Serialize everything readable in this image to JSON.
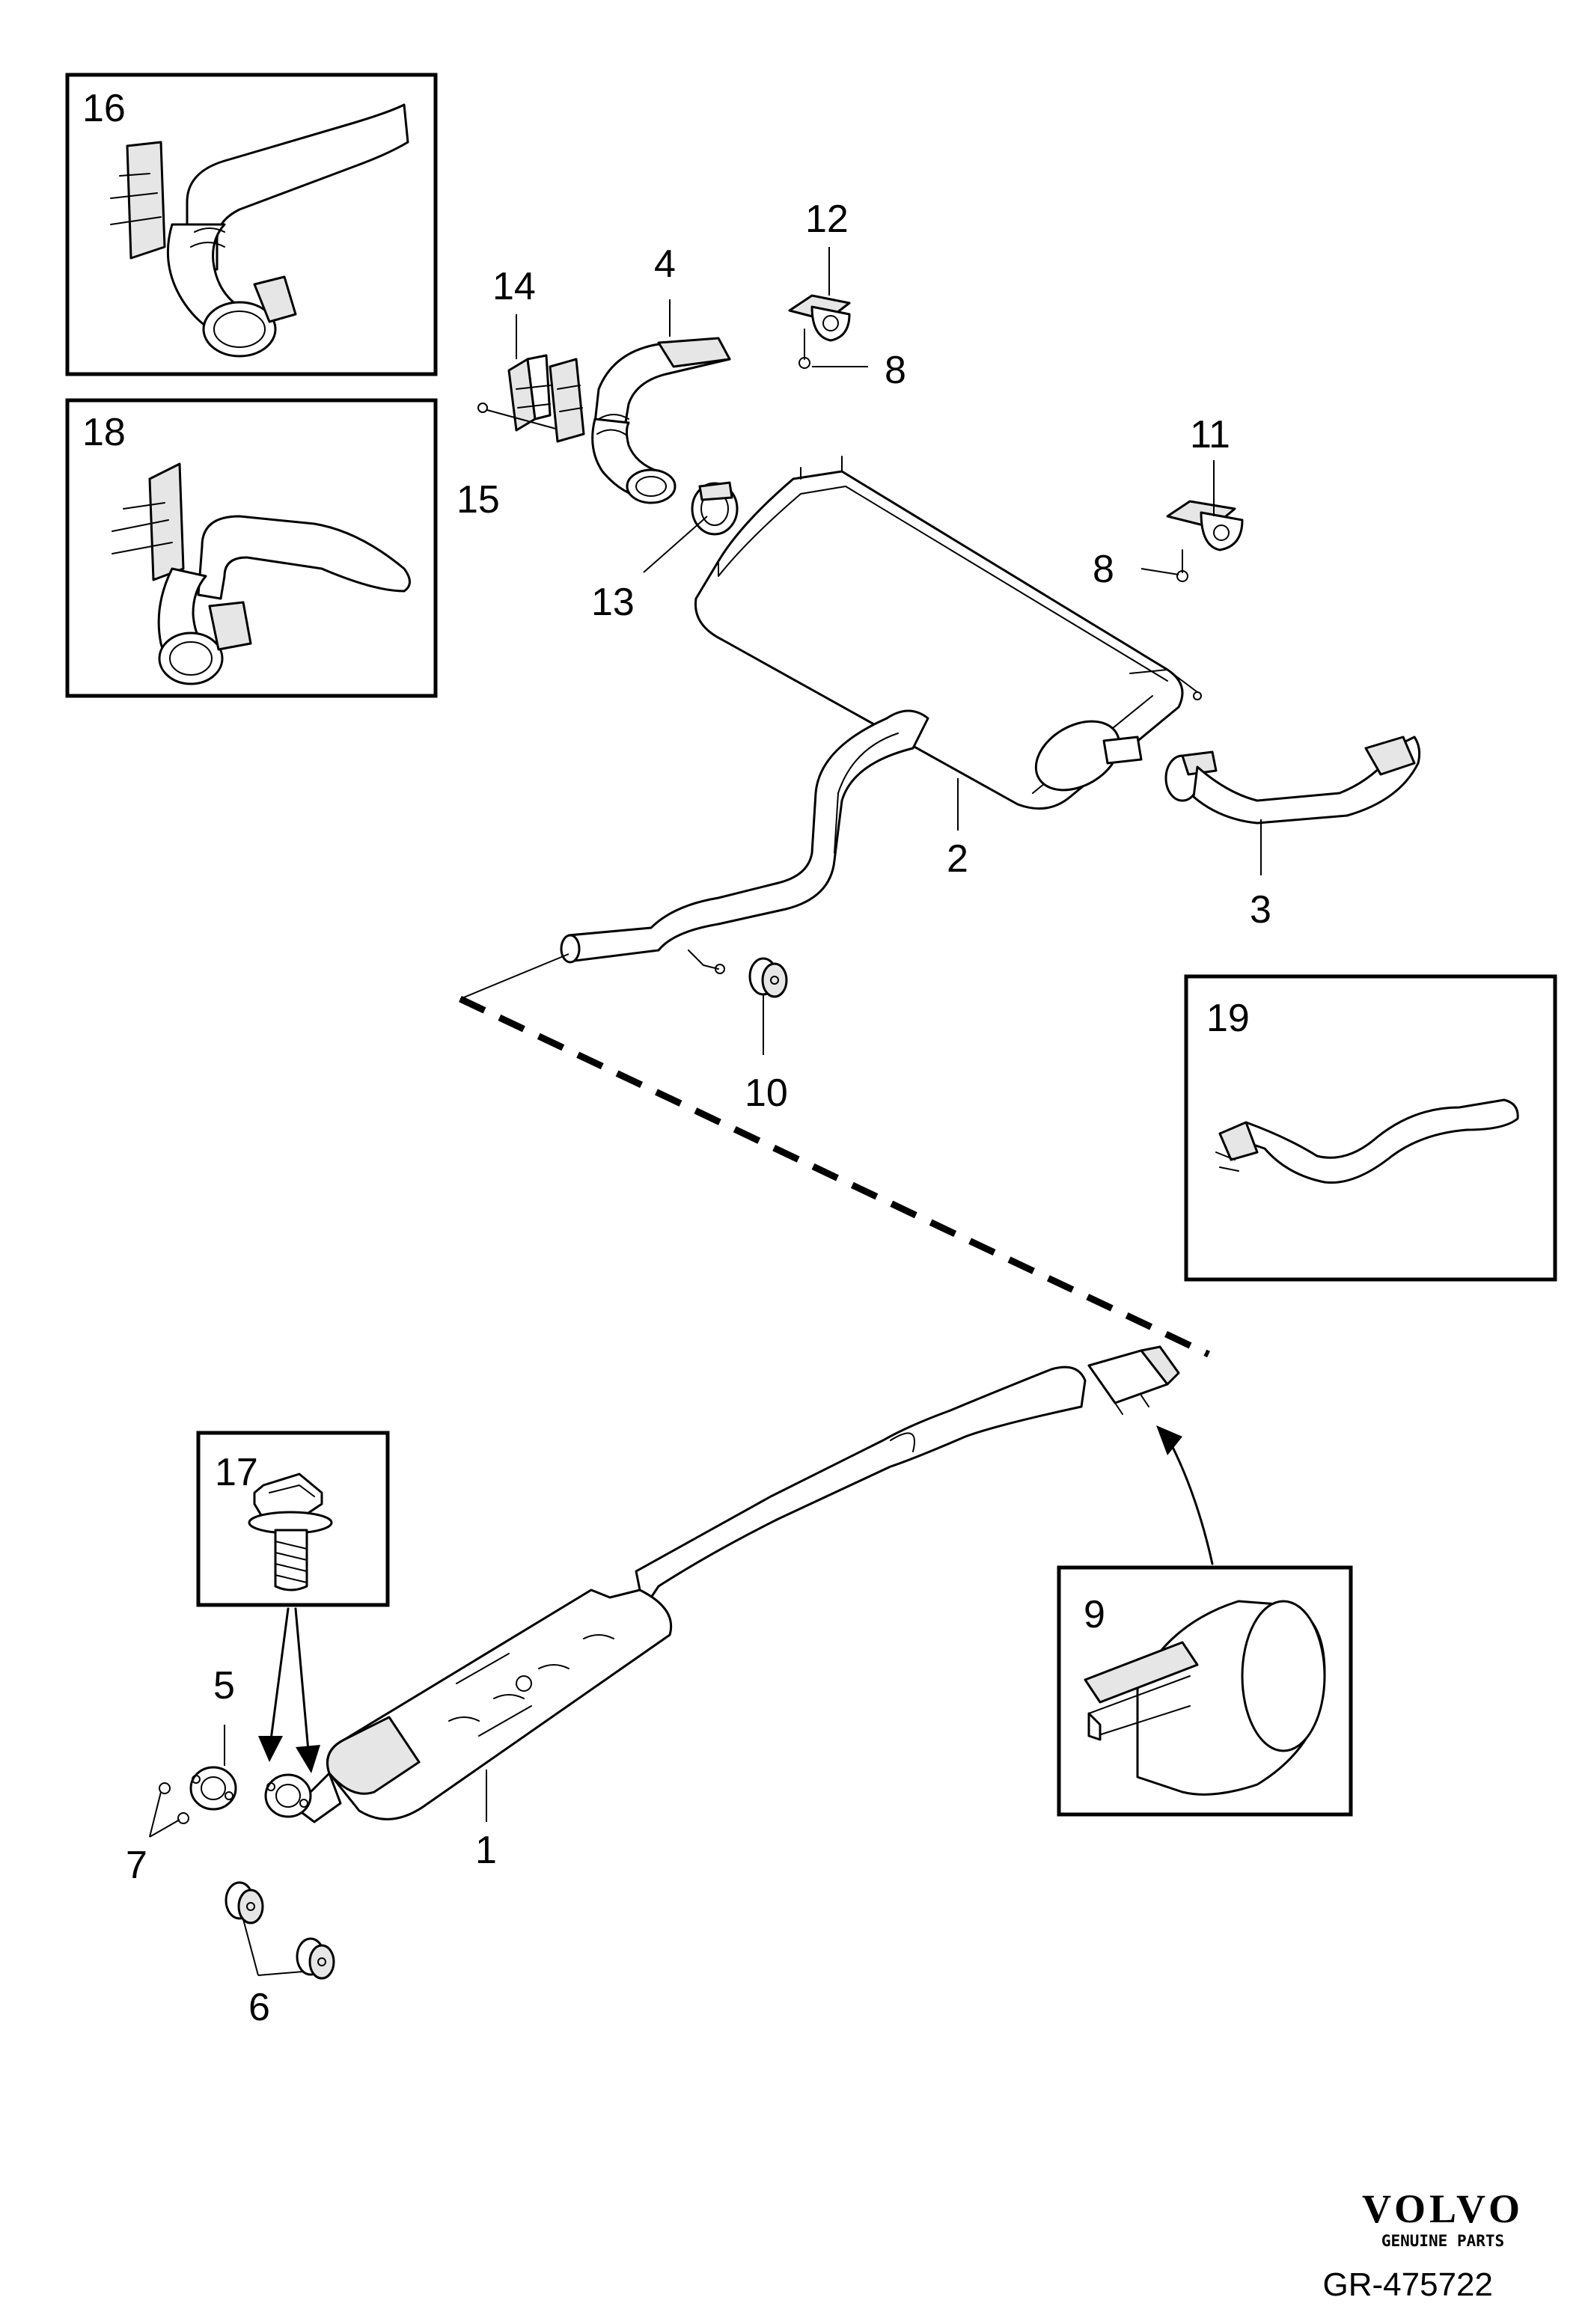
{
  "diagram": {
    "brand": {
      "logo_text": "VOLVO",
      "tagline": "GENUINE PARTS"
    },
    "reference_code": "GR-475722",
    "part_labels": {
      "p1": "1",
      "p2": "2",
      "p3": "3",
      "p4": "4",
      "p5": "5",
      "p6": "6",
      "p7": "7",
      "p8a": "8",
      "p8b": "8",
      "p9": "9",
      "p10": "10",
      "p11": "11",
      "p12": "12",
      "p13": "13",
      "p14": "14",
      "p15": "15",
      "p16": "16",
      "p17": "17",
      "p18": "18",
      "p19": "19"
    }
  }
}
